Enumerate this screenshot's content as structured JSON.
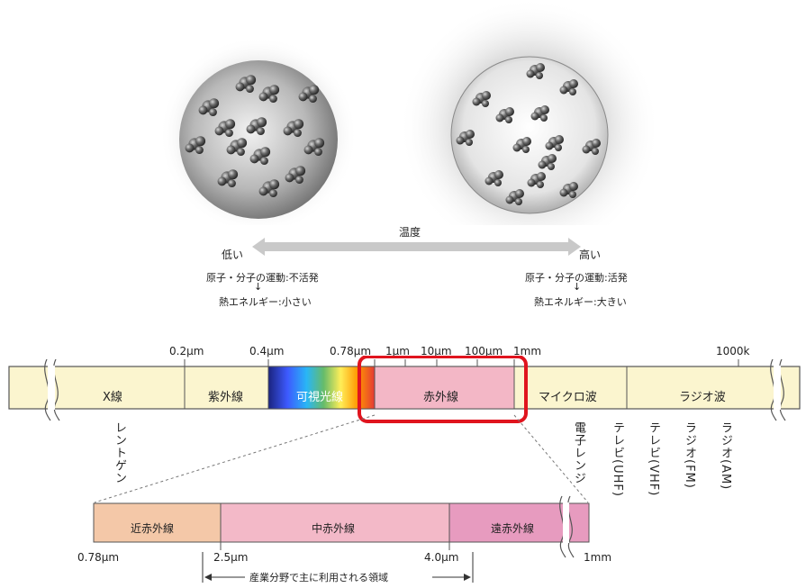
{
  "temperature": {
    "title": "温度",
    "low": "低い",
    "high": "高い",
    "low_motion": "原子・分子の運動:不活発",
    "high_motion": "原子・分子の運動:活発",
    "arrow_glyph": "↓",
    "low_energy": "熱エネルギー:小さい",
    "high_energy": "熱エネルギー:大きい"
  },
  "spectrum": {
    "ticks": [
      "0.2μm",
      "0.4μm",
      "0.78μm",
      "1μm",
      "10μm",
      "100μm",
      "1mm",
      "1000k"
    ],
    "bands": [
      "X線",
      "紫外線",
      "可視光線",
      "赤外線",
      "マイクロ波",
      "ラジオ波"
    ],
    "highlight_color": "#e0141e",
    "applications": [
      "レントゲン",
      "電子レンジ",
      "テレビ(UHF)",
      "テレビ(VHF)",
      "ラジオ(FM)",
      "ラジオ(AM)"
    ]
  },
  "infrared": {
    "bands": [
      "近赤外線",
      "中赤外線",
      "遠赤外線"
    ],
    "ticks": [
      "0.78μm",
      "2.5μm",
      "4.0μm",
      "1mm"
    ],
    "industrial_range": "産業分野で主に利用される領域"
  }
}
